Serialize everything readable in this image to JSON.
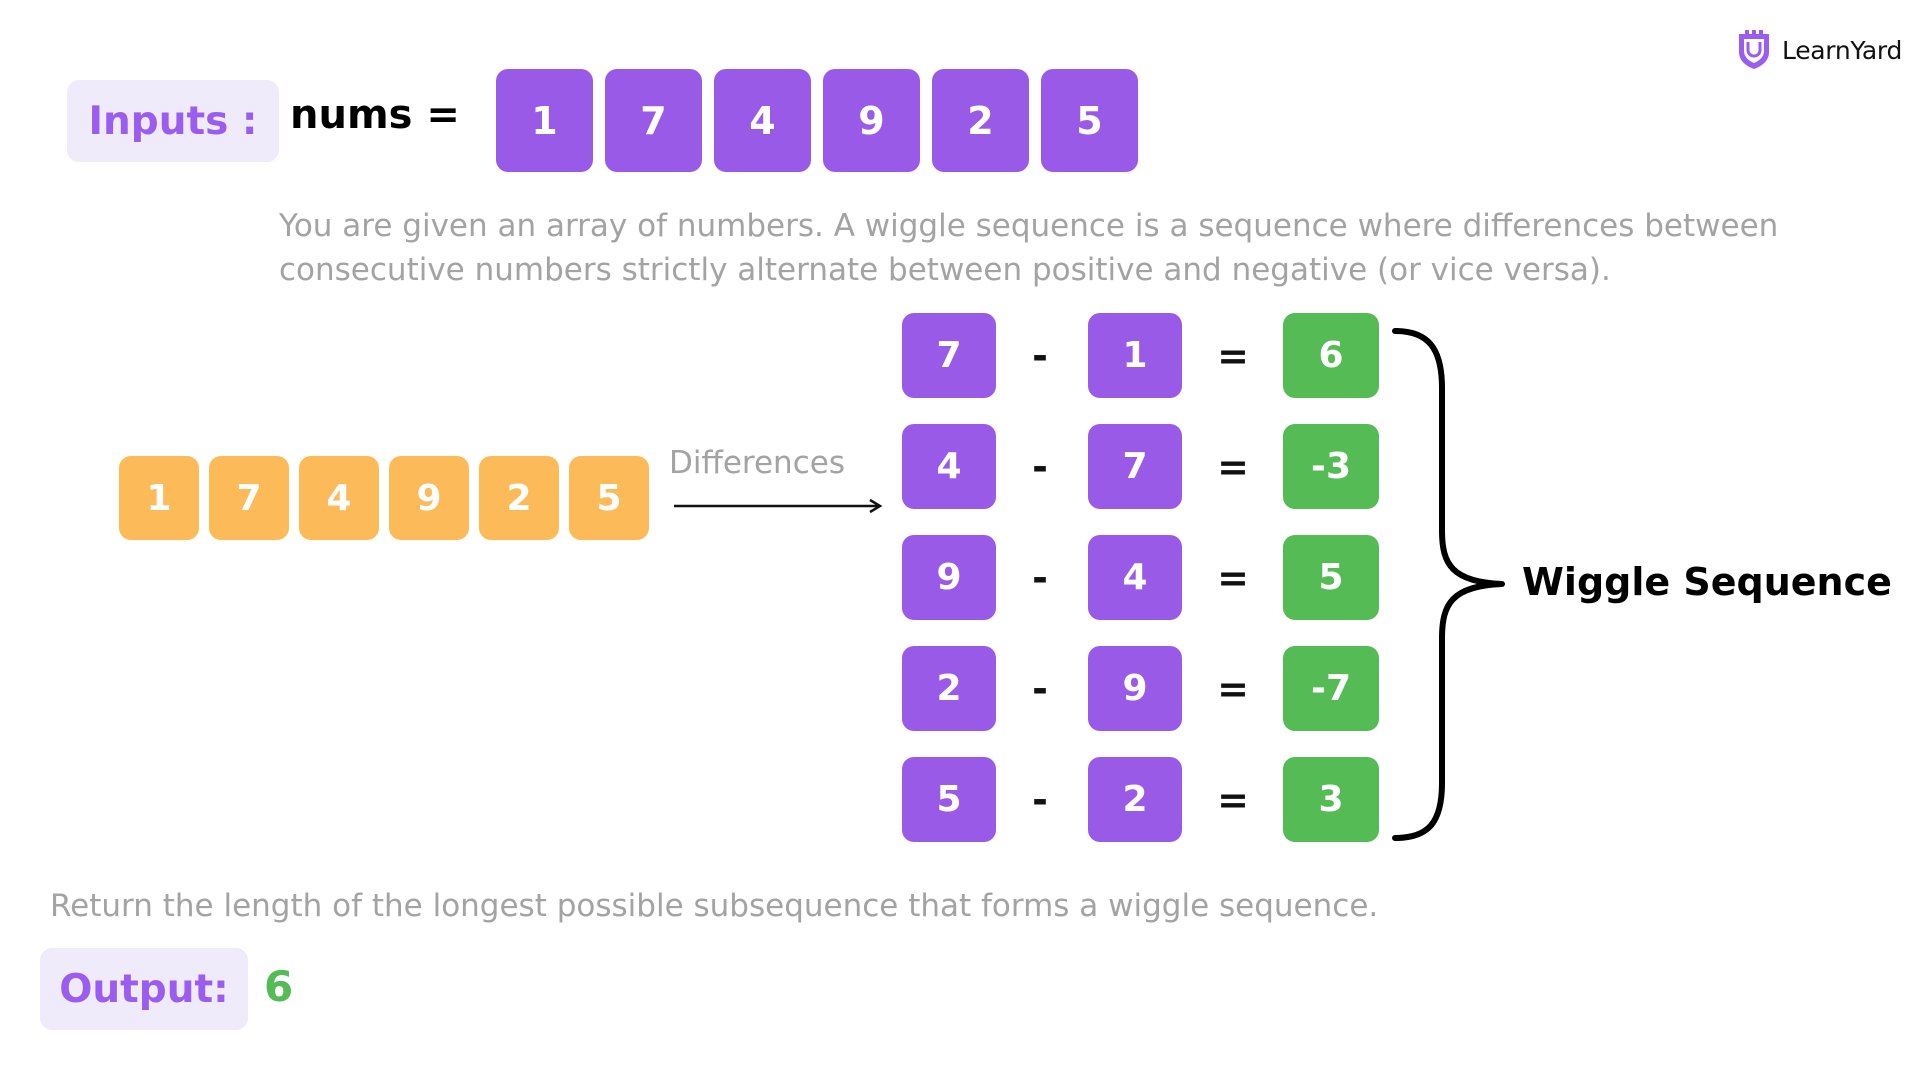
{
  "brand": {
    "name": "LearnYard",
    "accent_color": "#9a5df0"
  },
  "inputs": {
    "label": "Inputs :",
    "var_label": "nums =",
    "nums": [
      "1",
      "7",
      "4",
      "9",
      "2",
      "5"
    ]
  },
  "description": {
    "line1": "You are given an array of numbers. A wiggle sequence is a sequence where differences between",
    "line2": "consecutive numbers strictly alternate between positive and negative (or vice versa)."
  },
  "sequence": [
    "1",
    "7",
    "4",
    "9",
    "2",
    "5"
  ],
  "arrow_label": "Differences",
  "equations": [
    {
      "a": "7",
      "op": "-",
      "b": "1",
      "eq": "=",
      "result": "6"
    },
    {
      "a": "4",
      "op": "-",
      "b": "7",
      "eq": "=",
      "result": "-3"
    },
    {
      "a": "9",
      "op": "-",
      "b": "4",
      "eq": "=",
      "result": "5"
    },
    {
      "a": "2",
      "op": "-",
      "b": "9",
      "eq": "=",
      "result": "-7"
    },
    {
      "a": "5",
      "op": "-",
      "b": "2",
      "eq": "=",
      "result": "3"
    }
  ],
  "brace_label": "Wiggle Sequence",
  "return_text": "Return the length of the longest possible subsequence that forms a wiggle sequence.",
  "output": {
    "label": "Output:",
    "value": "6"
  },
  "colors": {
    "purple_tile": "#9a5ae8",
    "orange_tile": "#fdba59",
    "green_tile": "#55bb54",
    "label_chip_bg": "#f0ebfb",
    "muted_text": "#a3a3a3"
  }
}
